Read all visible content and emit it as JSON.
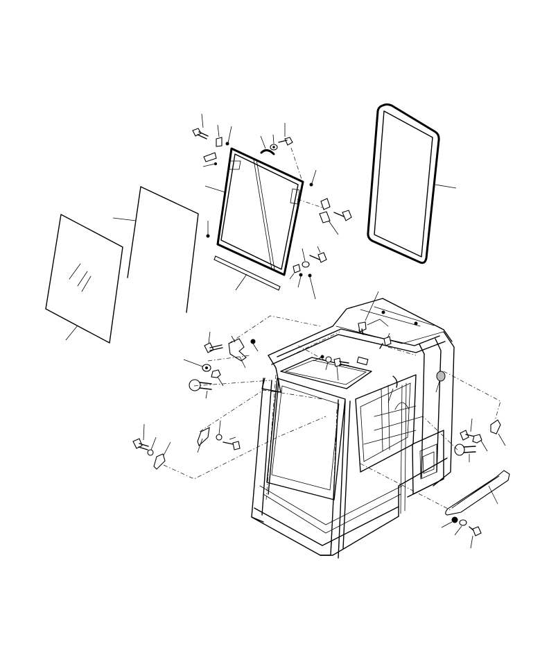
{
  "diagram": {
    "colors": {
      "line": "#000000",
      "background": "#ffffff"
    },
    "parts": [
      {
        "id": "front-glass-pane",
        "icon": "glass-panel-icon"
      },
      {
        "id": "glass-seal-strip",
        "icon": "seal-strip-icon"
      },
      {
        "id": "door-window-frame",
        "icon": "window-frame-icon"
      },
      {
        "id": "frame-bottom-rail",
        "icon": "rail-icon"
      },
      {
        "id": "rear-window-seal",
        "icon": "seal-loop-icon"
      },
      {
        "id": "cab-frame",
        "icon": "cab-frame-icon"
      },
      {
        "id": "lower-cover-plate",
        "icon": "cover-plate-icon"
      },
      {
        "id": "bolts",
        "icon": "bolt-icon"
      },
      {
        "id": "washers",
        "icon": "washer-icon"
      },
      {
        "id": "nuts",
        "icon": "nut-icon"
      },
      {
        "id": "brackets",
        "icon": "bracket-icon"
      },
      {
        "id": "knobs",
        "icon": "knob-icon"
      }
    ]
  }
}
